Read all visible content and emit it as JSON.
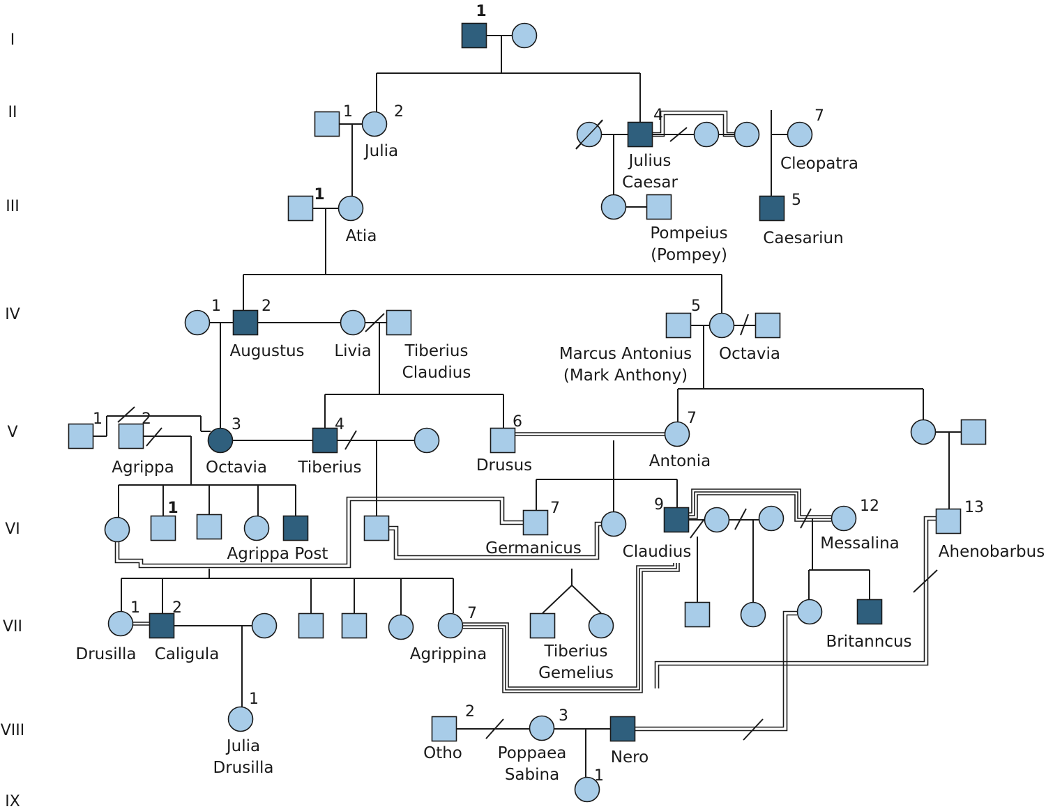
{
  "colors": {
    "unaffected": "#a8cce8",
    "affected": "#2f5f7d",
    "line": "#1a1a1a"
  },
  "generations": [
    "I",
    "II",
    "III",
    "IV",
    "V",
    "VI",
    "VII",
    "VIII",
    "IX"
  ],
  "people": [
    {
      "id": "i-m",
      "shape": "square",
      "affected": true
    },
    {
      "id": "i-f",
      "shape": "circle",
      "affected": false
    },
    {
      "id": "ii-1",
      "shape": "square",
      "affected": false
    },
    {
      "id": "julia",
      "shape": "circle",
      "affected": false,
      "name": "Julia"
    },
    {
      "id": "caesar-w1",
      "shape": "circle",
      "affected": false,
      "deceased": true
    },
    {
      "id": "julius-caesar",
      "shape": "square",
      "affected": true,
      "name": "Julius Caesar"
    },
    {
      "id": "caesar-w2",
      "shape": "circle",
      "affected": false
    },
    {
      "id": "caesar-w3",
      "shape": "circle",
      "affected": false
    },
    {
      "id": "cleopatra",
      "shape": "circle",
      "affected": false,
      "name": "Cleopatra"
    },
    {
      "id": "atia-h",
      "shape": "square",
      "affected": false
    },
    {
      "id": "atia",
      "shape": "circle",
      "affected": false,
      "name": "Atia"
    },
    {
      "id": "caesar-d",
      "shape": "circle",
      "affected": false
    },
    {
      "id": "pompeius",
      "shape": "square",
      "affected": false,
      "name": "Pompeius (Pompey)"
    },
    {
      "id": "caesariun",
      "shape": "square",
      "affected": true,
      "name": "Caesariun"
    },
    {
      "id": "scribonia",
      "shape": "circle",
      "affected": false
    },
    {
      "id": "augustus",
      "shape": "square",
      "affected": true,
      "name": "Augustus"
    },
    {
      "id": "livia",
      "shape": "circle",
      "affected": false,
      "name": "Livia"
    },
    {
      "id": "tiberius-claudius",
      "shape": "square",
      "affected": false,
      "name": "Tiberius Claudius"
    },
    {
      "id": "marcus-antonius",
      "shape": "square",
      "affected": false,
      "name": "Marcus Antonius (Mark Anthony)"
    },
    {
      "id": "octavia-iv",
      "shape": "circle",
      "affected": false,
      "name": "Octavia"
    },
    {
      "id": "octavia-h2",
      "shape": "square",
      "affected": false
    },
    {
      "id": "v-1",
      "shape": "square",
      "affected": false
    },
    {
      "id": "agrippa",
      "shape": "square",
      "affected": false,
      "name": "Agrippa"
    },
    {
      "id": "octavia-v",
      "shape": "circle",
      "affected": true,
      "name": "Octavia"
    },
    {
      "id": "tiberius",
      "shape": "square",
      "affected": true,
      "name": "Tiberius"
    },
    {
      "id": "tiberius-w2",
      "shape": "circle",
      "affected": false
    },
    {
      "id": "drusus",
      "shape": "square",
      "affected": false,
      "name": "Drusus"
    },
    {
      "id": "antonia",
      "shape": "circle",
      "affected": false,
      "name": "Antonia"
    },
    {
      "id": "antonia-sis",
      "shape": "circle",
      "affected": false
    },
    {
      "id": "antonia-sis-h",
      "shape": "square",
      "affected": false
    },
    {
      "id": "agrippina-elder",
      "shape": "circle",
      "affected": false
    },
    {
      "id": "vi-sq1",
      "shape": "square",
      "affected": false
    },
    {
      "id": "vi-sq2",
      "shape": "square",
      "affected": false
    },
    {
      "id": "vi-c1",
      "shape": "circle",
      "affected": false
    },
    {
      "id": "agrippa-post",
      "shape": "square",
      "affected": true,
      "name": "Agrippa Post"
    },
    {
      "id": "drusus-jr",
      "shape": "square",
      "affected": false
    },
    {
      "id": "germanicus",
      "shape": "square",
      "affected": false,
      "name": "Germanicus"
    },
    {
      "id": "livilla",
      "shape": "circle",
      "affected": false
    },
    {
      "id": "claudius",
      "shape": "square",
      "affected": true,
      "name": "Claudius"
    },
    {
      "id": "claudius-w1",
      "shape": "circle",
      "affected": false
    },
    {
      "id": "claudius-w2",
      "shape": "circle",
      "affected": false
    },
    {
      "id": "messalina",
      "shape": "circle",
      "affected": false,
      "name": "Messalina"
    },
    {
      "id": "ahenobarbus",
      "shape": "square",
      "affected": false,
      "name": "Ahenobarbus"
    },
    {
      "id": "drusilla",
      "shape": "circle",
      "affected": false,
      "name": "Drusilla"
    },
    {
      "id": "caligula",
      "shape": "square",
      "affected": true,
      "name": "Caligula"
    },
    {
      "id": "caligula-w",
      "shape": "circle",
      "affected": false
    },
    {
      "id": "vii-sq1",
      "shape": "square",
      "affected": false
    },
    {
      "id": "vii-sq2",
      "shape": "square",
      "affected": false
    },
    {
      "id": "vii-c1",
      "shape": "circle",
      "affected": false
    },
    {
      "id": "agrippina",
      "shape": "circle",
      "affected": false,
      "name": "Agrippina"
    },
    {
      "id": "tiberius-gemelius",
      "shape": "square",
      "affected": false,
      "name": "Tiberius Gemelius"
    },
    {
      "id": "gemelius-twin",
      "shape": "circle",
      "affected": false
    },
    {
      "id": "claudius-son",
      "shape": "square",
      "affected": false
    },
    {
      "id": "claudius-dau",
      "shape": "circle",
      "affected": false
    },
    {
      "id": "octavia-vii",
      "shape": "circle",
      "affected": false
    },
    {
      "id": "britanncus",
      "shape": "square",
      "affected": true,
      "name": "Britanncus"
    },
    {
      "id": "julia-drusilla",
      "shape": "circle",
      "affected": false,
      "name": "Julia Drusilla"
    },
    {
      "id": "otho",
      "shape": "square",
      "affected": false,
      "name": "Otho"
    },
    {
      "id": "poppaea-sabina",
      "shape": "circle",
      "affected": false,
      "name": "Poppaea Sabina"
    },
    {
      "id": "nero",
      "shape": "square",
      "affected": true,
      "name": "Nero"
    },
    {
      "id": "ix-1",
      "shape": "circle",
      "affected": false
    }
  ],
  "numbers": [
    {
      "id": "n-i-1",
      "text": "1",
      "bold": true
    },
    {
      "id": "n-ii-1",
      "text": "1"
    },
    {
      "id": "n-ii-2",
      "text": "2"
    },
    {
      "id": "n-ii-4",
      "text": "4"
    },
    {
      "id": "n-ii-7",
      "text": "7"
    },
    {
      "id": "n-iii-1",
      "text": "1",
      "bold": true
    },
    {
      "id": "n-iii-5",
      "text": "5"
    },
    {
      "id": "n-iv-1",
      "text": "1"
    },
    {
      "id": "n-iv-2",
      "text": "2"
    },
    {
      "id": "n-iv-5",
      "text": "5"
    },
    {
      "id": "n-v-1",
      "text": "1"
    },
    {
      "id": "n-v-2",
      "text": "2"
    },
    {
      "id": "n-v-3",
      "text": "3"
    },
    {
      "id": "n-v-4",
      "text": "4"
    },
    {
      "id": "n-v-6",
      "text": "6"
    },
    {
      "id": "n-v-7",
      "text": "7"
    },
    {
      "id": "n-vi-1",
      "text": "1",
      "bold": true
    },
    {
      "id": "n-vi-7",
      "text": "7"
    },
    {
      "id": "n-vi-9",
      "text": "9"
    },
    {
      "id": "n-vi-12",
      "text": "12"
    },
    {
      "id": "n-vi-13",
      "text": "13"
    },
    {
      "id": "n-vii-1",
      "text": "1"
    },
    {
      "id": "n-vii-2",
      "text": "2"
    },
    {
      "id": "n-vii-7",
      "text": "7"
    },
    {
      "id": "n-viii-1",
      "text": "1"
    },
    {
      "id": "n-viii-2",
      "text": "2"
    },
    {
      "id": "n-viii-3",
      "text": "3"
    },
    {
      "id": "n-ix-1",
      "text": "1"
    }
  ]
}
